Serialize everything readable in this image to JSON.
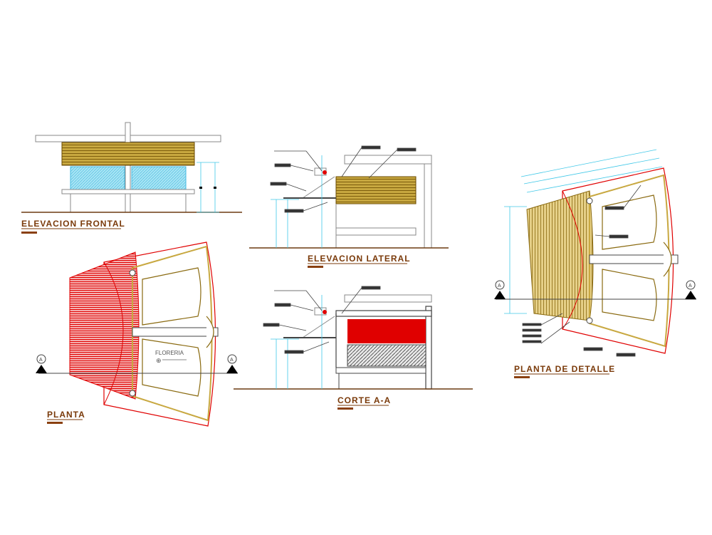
{
  "views": {
    "frontal": {
      "title": "ELEVACION FRONTAL"
    },
    "lateral": {
      "title": "ELEVACION LATERAL"
    },
    "planta": {
      "title": "PLANTA",
      "room_label": "FLORERIA"
    },
    "corte": {
      "title": "CORTE A-A"
    },
    "detalle": {
      "title": "PLANTA DE DETALLE"
    }
  },
  "section_mark": "A",
  "colors": {
    "title": "#7a3a0a",
    "wood": "#8a6a10",
    "red": "#e00000",
    "cyan": "#40c8e8",
    "line": "#808080",
    "ground": "#6b3a10"
  }
}
